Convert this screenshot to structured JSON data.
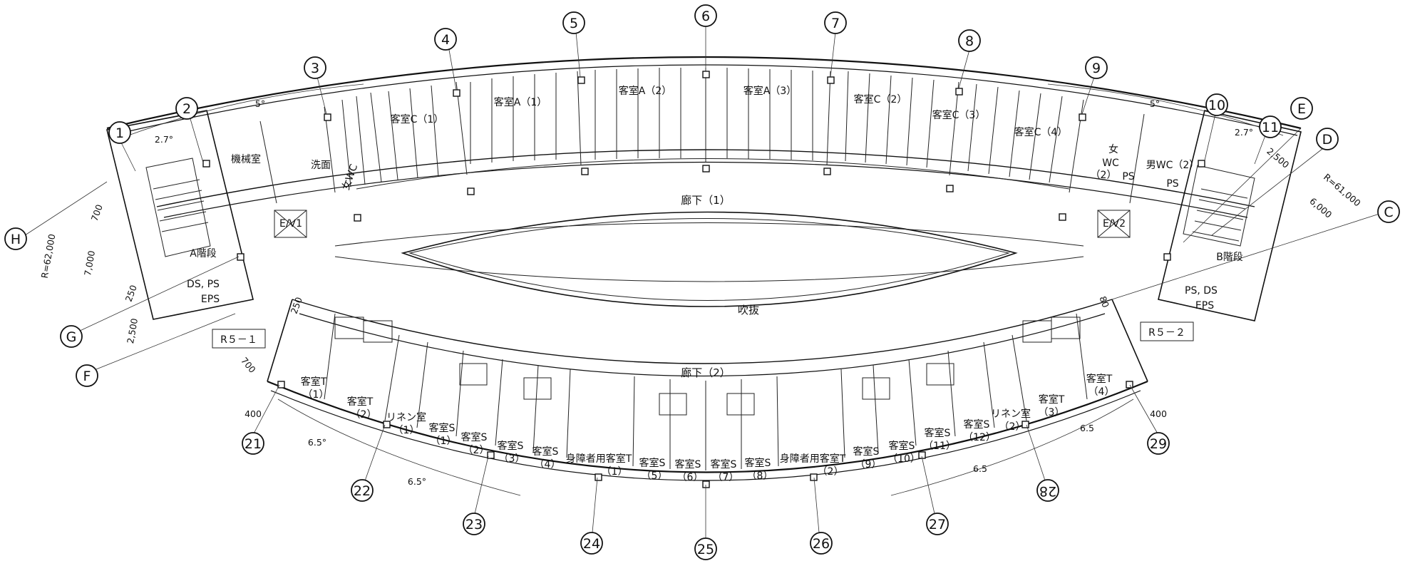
{
  "drawing": {
    "grid_bubbles": [
      {
        "id": "g1",
        "label": "1"
      },
      {
        "id": "g2",
        "label": "2"
      },
      {
        "id": "g3",
        "label": "3"
      },
      {
        "id": "g4",
        "label": "4"
      },
      {
        "id": "g5",
        "label": "5"
      },
      {
        "id": "g6",
        "label": "6"
      },
      {
        "id": "g7",
        "label": "7"
      },
      {
        "id": "g8",
        "label": "8"
      },
      {
        "id": "g9",
        "label": "9"
      },
      {
        "id": "g10",
        "label": "10"
      },
      {
        "id": "g11",
        "label": "11"
      },
      {
        "id": "gE",
        "label": "E"
      },
      {
        "id": "gD",
        "label": "D"
      },
      {
        "id": "gC",
        "label": "C"
      },
      {
        "id": "gH",
        "label": "H"
      },
      {
        "id": "gG",
        "label": "G"
      },
      {
        "id": "gF",
        "label": "F"
      },
      {
        "id": "g21",
        "label": "21"
      },
      {
        "id": "g22",
        "label": "22"
      },
      {
        "id": "g23",
        "label": "23"
      },
      {
        "id": "g24",
        "label": "24"
      },
      {
        "id": "g25",
        "label": "25"
      },
      {
        "id": "g26",
        "label": "26"
      },
      {
        "id": "g27",
        "label": "27"
      },
      {
        "id": "g28",
        "label": "28"
      },
      {
        "id": "g29",
        "label": "29"
      }
    ],
    "rooms": [
      {
        "id": "machine",
        "label": "機械室"
      },
      {
        "id": "wash",
        "label": "洗面"
      },
      {
        "id": "wc_f_left",
        "label": "女WC"
      },
      {
        "id": "ev1",
        "label": "E/V1"
      },
      {
        "id": "stairA",
        "label": "A階段"
      },
      {
        "id": "dspseps",
        "label": "DS, PS"
      },
      {
        "id": "eps_left",
        "label": "EPS"
      },
      {
        "id": "roomC1",
        "label": "客室C（1）"
      },
      {
        "id": "roomA1",
        "label": "客室A（1）"
      },
      {
        "id": "roomA2",
        "label": "客室A（2）"
      },
      {
        "id": "roomA3",
        "label": "客室A（3）"
      },
      {
        "id": "roomC2",
        "label": "客室C（2）"
      },
      {
        "id": "roomC3",
        "label": "客室C（3）"
      },
      {
        "id": "roomC4",
        "label": "客室C（4）"
      },
      {
        "id": "wc_f_right1",
        "label": "女"
      },
      {
        "id": "wc_f_right2",
        "label": "WC"
      },
      {
        "id": "wc_f_right3",
        "label": "（2）"
      },
      {
        "id": "ps_right_top",
        "label": "PS"
      },
      {
        "id": "wc_m",
        "label": "男WC（2）"
      },
      {
        "id": "ps_s",
        "label": "PS"
      },
      {
        "id": "ev2",
        "label": "E/V2"
      },
      {
        "id": "stairB",
        "label": "B階段"
      },
      {
        "id": "psds_right",
        "label": "PS, DS"
      },
      {
        "id": "eps_right",
        "label": "EPS"
      },
      {
        "id": "corridor1",
        "label": "廊下（1）"
      },
      {
        "id": "corridor2",
        "label": "廊下（2）"
      },
      {
        "id": "atrium",
        "label": "吹抜"
      },
      {
        "id": "T1a",
        "label": "客室T"
      },
      {
        "id": "T1b",
        "label": "（1）"
      },
      {
        "id": "T2a",
        "label": "客室T"
      },
      {
        "id": "T2b",
        "label": "（2）"
      },
      {
        "id": "L1a",
        "label": "リネン室"
      },
      {
        "id": "L1b",
        "label": "（1）"
      },
      {
        "id": "S1a",
        "label": "客室S"
      },
      {
        "id": "S1b",
        "label": "（1）"
      },
      {
        "id": "S2a",
        "label": "客室S"
      },
      {
        "id": "S2b",
        "label": "（2）"
      },
      {
        "id": "S3a",
        "label": "客室S"
      },
      {
        "id": "S3b",
        "label": "（3）"
      },
      {
        "id": "S4a",
        "label": "客室S"
      },
      {
        "id": "S4b",
        "label": "（4）"
      },
      {
        "id": "HT1a",
        "label": "身障者用客室T"
      },
      {
        "id": "HT1b",
        "label": "（1）"
      },
      {
        "id": "S5a",
        "label": "客室S"
      },
      {
        "id": "S5b",
        "label": "（5）"
      },
      {
        "id": "S6a",
        "label": "客室S"
      },
      {
        "id": "S6b",
        "label": "（6）"
      },
      {
        "id": "S7a",
        "label": "客室S"
      },
      {
        "id": "S7b",
        "label": "（7）"
      },
      {
        "id": "S8a",
        "label": "客室S"
      },
      {
        "id": "S8b",
        "label": "（8）"
      },
      {
        "id": "HT2a",
        "label": "身障者用客室T"
      },
      {
        "id": "HT2b",
        "label": "（2）"
      },
      {
        "id": "S9a",
        "label": "客室S"
      },
      {
        "id": "S9b",
        "label": "（9）"
      },
      {
        "id": "S10a",
        "label": "客室S"
      },
      {
        "id": "S10b",
        "label": "（10）"
      },
      {
        "id": "S11a",
        "label": "客室S"
      },
      {
        "id": "S11b",
        "label": "（11）"
      },
      {
        "id": "S12a",
        "label": "客室S"
      },
      {
        "id": "S12b",
        "label": "（12）"
      },
      {
        "id": "L2a",
        "label": "リネン室"
      },
      {
        "id": "L2b",
        "label": "（2）"
      },
      {
        "id": "T3a",
        "label": "客室T"
      },
      {
        "id": "T3b",
        "label": "（3）"
      },
      {
        "id": "T4a",
        "label": "客室T"
      },
      {
        "id": "T4b",
        "label": "（4）"
      }
    ],
    "dimensions": [
      {
        "id": "d_27_left",
        "label": "2.7°"
      },
      {
        "id": "d_5_left",
        "label": "5°"
      },
      {
        "id": "d_5_right",
        "label": "5°"
      },
      {
        "id": "d_27_right",
        "label": "2.7°"
      },
      {
        "id": "d_2500_r",
        "label": "2,500"
      },
      {
        "id": "d_R61000",
        "label": "R=61,000"
      },
      {
        "id": "d_6000",
        "label": "6,000"
      },
      {
        "id": "d_700_l",
        "label": "700"
      },
      {
        "id": "d_R62000",
        "label": "R=62,000"
      },
      {
        "id": "d_7000",
        "label": "7,000"
      },
      {
        "id": "d_250_l",
        "label": "250"
      },
      {
        "id": "d_2500_l",
        "label": "2,500"
      },
      {
        "id": "d_250_c",
        "label": "250"
      },
      {
        "id": "d_80",
        "label": "80"
      },
      {
        "id": "d_700_b",
        "label": "700"
      },
      {
        "id": "d_400_l",
        "label": "400"
      },
      {
        "id": "d_400_r",
        "label": "400"
      },
      {
        "id": "d_65_a",
        "label": "6.5°"
      },
      {
        "id": "d_65_b",
        "label": "6.5°"
      },
      {
        "id": "d_65_c",
        "label": "6.5"
      },
      {
        "id": "d_65_d",
        "label": "6.5"
      }
    ],
    "section_tags": [
      {
        "id": "r51",
        "label": "R５－１"
      },
      {
        "id": "r52",
        "label": "R５－２"
      }
    ]
  }
}
